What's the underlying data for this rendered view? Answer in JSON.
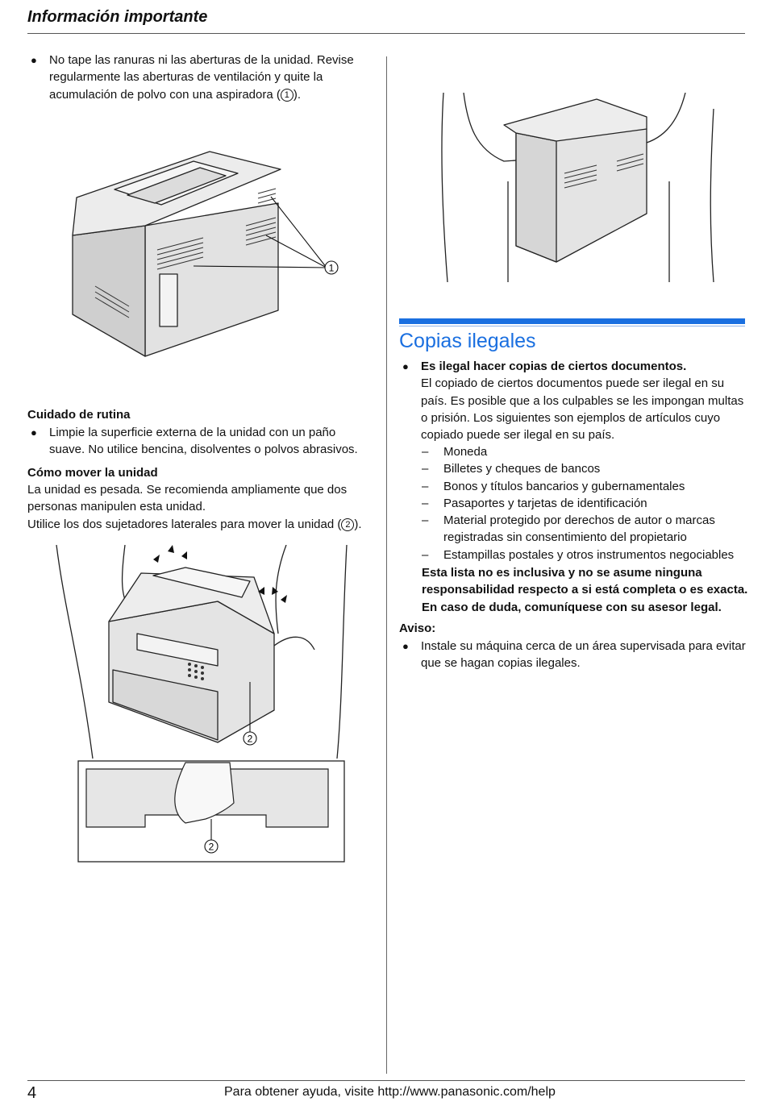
{
  "header": {
    "title": "Información importante"
  },
  "left": {
    "bullet_vent": {
      "text": "No tape las ranuras ni las aberturas de la unidad. Revise regularmente las aberturas de ventilación y quite la acumulación de polvo con una aspiradora (",
      "ref": "1",
      "tail": ")."
    },
    "fig1": {
      "callout": "1"
    },
    "routine": {
      "heading": "Cuidado de rutina",
      "bullet": "Limpie la superficie externa de la unidad con un paño suave. No utilice bencina, disolventes o polvos abrasivos."
    },
    "move": {
      "heading": "Cómo mover la unidad",
      "para": "La unidad es pesada. Se recomienda ampliamente que dos personas manipulen esta unidad.",
      "instr": "Utilice los dos sujetadores laterales para mover la unidad (",
      "ref": "2",
      "tail": ")."
    },
    "fig2": {
      "callout_a": "2",
      "callout_b": "2"
    }
  },
  "right": {
    "section_title": "Copias ilegales",
    "bullet_heading": "Es ilegal hacer copias de ciertos documentos.",
    "para": "El copiado de ciertos documentos puede ser ilegal en su país. Es posible que a los culpables se les impongan multas o prisión. Los siguientes son ejemplos de artículos cuyo copiado puede ser ilegal en su país.",
    "dash_items": [
      "Moneda",
      "Billetes y cheques de bancos",
      "Bonos y títulos bancarios y gubernamentales",
      "Pasaportes y tarjetas de identificación",
      "Material protegido por derechos de autor o marcas registradas sin consentimiento del propietario",
      "Estampillas postales y otros instrumentos negociables"
    ],
    "bold_note": "Esta lista no es inclusiva y no se asume ninguna responsabilidad respecto a si está completa o es exacta. En caso de duda, comuníquese con su asesor legal.",
    "notice_heading": "Aviso:",
    "notice_bullet": "Instale su máquina cerca de un área supervisada para evitar que se hagan copias ilegales."
  },
  "footer": {
    "page": "4",
    "text": "Para obtener ayuda, visite http://www.panasonic.com/help"
  }
}
